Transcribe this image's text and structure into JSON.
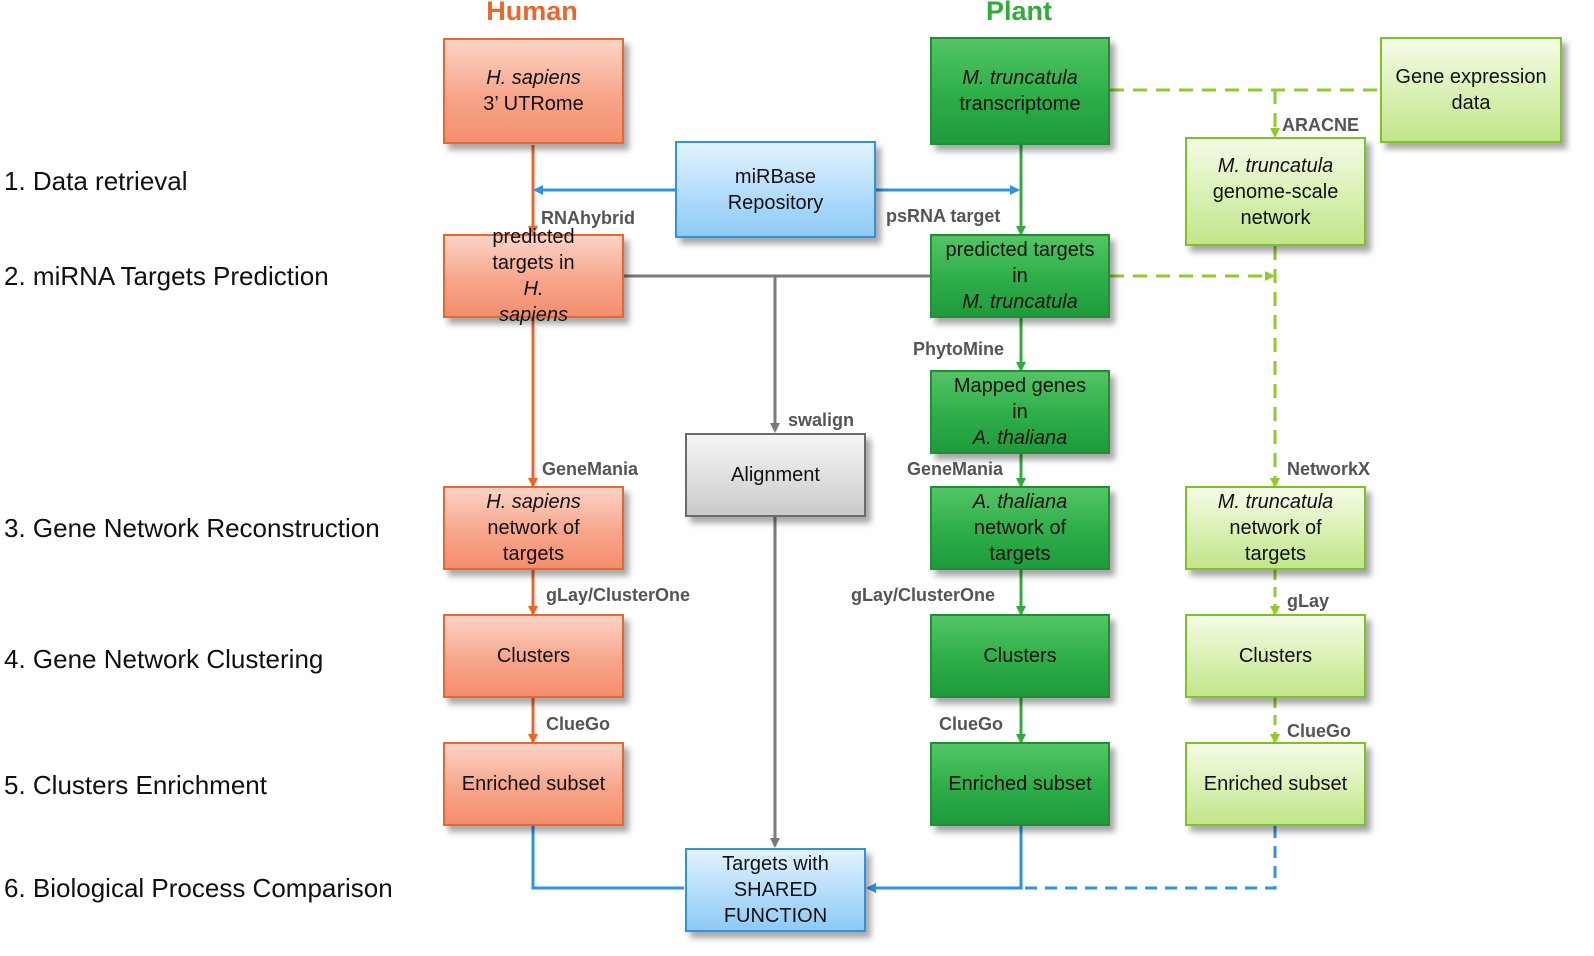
{
  "headers": {
    "human": "Human",
    "plant": "Plant"
  },
  "colors": {
    "human": "#f0642a",
    "plant": "#32ab3a",
    "plant_network": "#7cc51f",
    "repository": "#2a95e8",
    "alignment": "#6b6b6b"
  },
  "steps": [
    "1. Data retrieval",
    "2. miRNA Targets Prediction",
    "3. Gene Network Reconstruction",
    "4. Gene Network Clustering",
    "5. Clusters Enrichment",
    "6. Biological Process Comparison"
  ],
  "boxes": {
    "hs_utrome": [
      "H. sapiens",
      "3’ UTRome"
    ],
    "mt_transcriptome": [
      "M. truncatula",
      "transcriptome"
    ],
    "gene_expression": [
      "Gene expression",
      "data"
    ],
    "mirbase": [
      "miRBase",
      "Repository"
    ],
    "mt_genome_network": [
      "M. truncatula",
      "genome-scale",
      "network"
    ],
    "hs_predicted": [
      "predicted",
      "targets in ",
      "H.",
      "sapiens"
    ],
    "mt_predicted": [
      "predicted targets",
      "in ",
      "M. truncatula"
    ],
    "at_mapped": [
      "Mapped genes",
      "in ",
      "A. thaliana"
    ],
    "alignment": "Alignment",
    "hs_network": [
      "H. sapiens",
      "network of",
      "targets"
    ],
    "at_network": [
      "A. thaliana",
      "network of",
      "targets"
    ],
    "mt_network": [
      "M. truncatula",
      "network of",
      "targets"
    ],
    "hs_clusters": "Clusters",
    "at_clusters": "Clusters",
    "mt_clusters": "Clusters",
    "hs_enriched": "Enriched subset",
    "at_enriched": "Enriched subset",
    "mt_enriched": "Enriched subset",
    "shared": [
      "Targets with",
      "SHARED",
      "FUNCTION"
    ]
  },
  "tools": {
    "aracne": "ARACNE",
    "rnahybrid": "RNAhybrid",
    "psrna": "psRNA target",
    "phytomine": "PhytoMine",
    "swalign": "swalign",
    "genemania_hs": "GeneMania",
    "genemania_at": "GeneMania",
    "networkx": "NetworkX",
    "glay_clusterone_hs": "gLay/ClusterOne",
    "glay_clusterone_at": "gLay/ClusterOne",
    "glay": "gLay",
    "cluego_hs": "ClueGo",
    "cluego_at": "ClueGo",
    "cluego_mt": "ClueGo"
  }
}
